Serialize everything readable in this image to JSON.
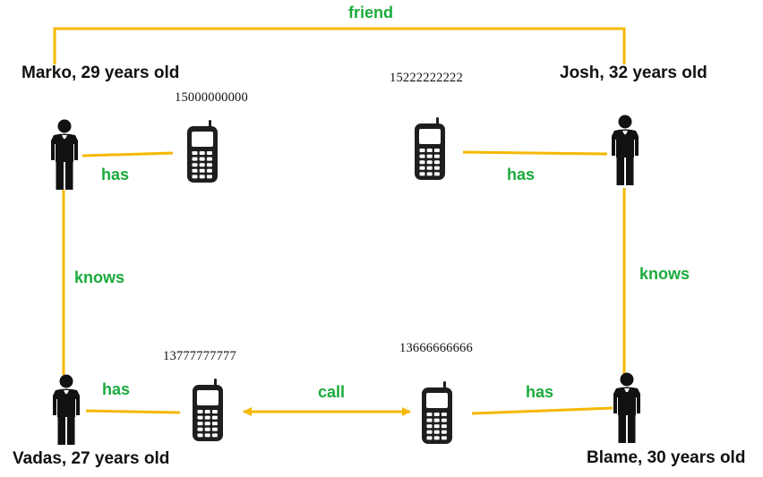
{
  "colors": {
    "edge": "#f5b800",
    "edge_label": "#1aab3c",
    "figure": "#111111",
    "phone_body": "#1e1e1e",
    "phone_screen": "#ffffff"
  },
  "people": {
    "marko": "Marko, 29 years old",
    "josh": "Josh, 32 years old",
    "vadas": "Vadas, 27 years old",
    "blame": "Blame, 30 years old"
  },
  "phones": {
    "marko": "15000000000",
    "josh": "15222222222",
    "vadas": "13777777777",
    "blame": "13666666666"
  },
  "edges": {
    "friend": "friend",
    "marko_has": "has",
    "josh_has": "has",
    "vadas_has": "has",
    "blame_has": "has",
    "marko_knows_vadas": "knows",
    "josh_knows_blame": "knows",
    "call": "call"
  },
  "icons": {
    "person": "person-icon",
    "phone": "mobile-phone-icon"
  }
}
